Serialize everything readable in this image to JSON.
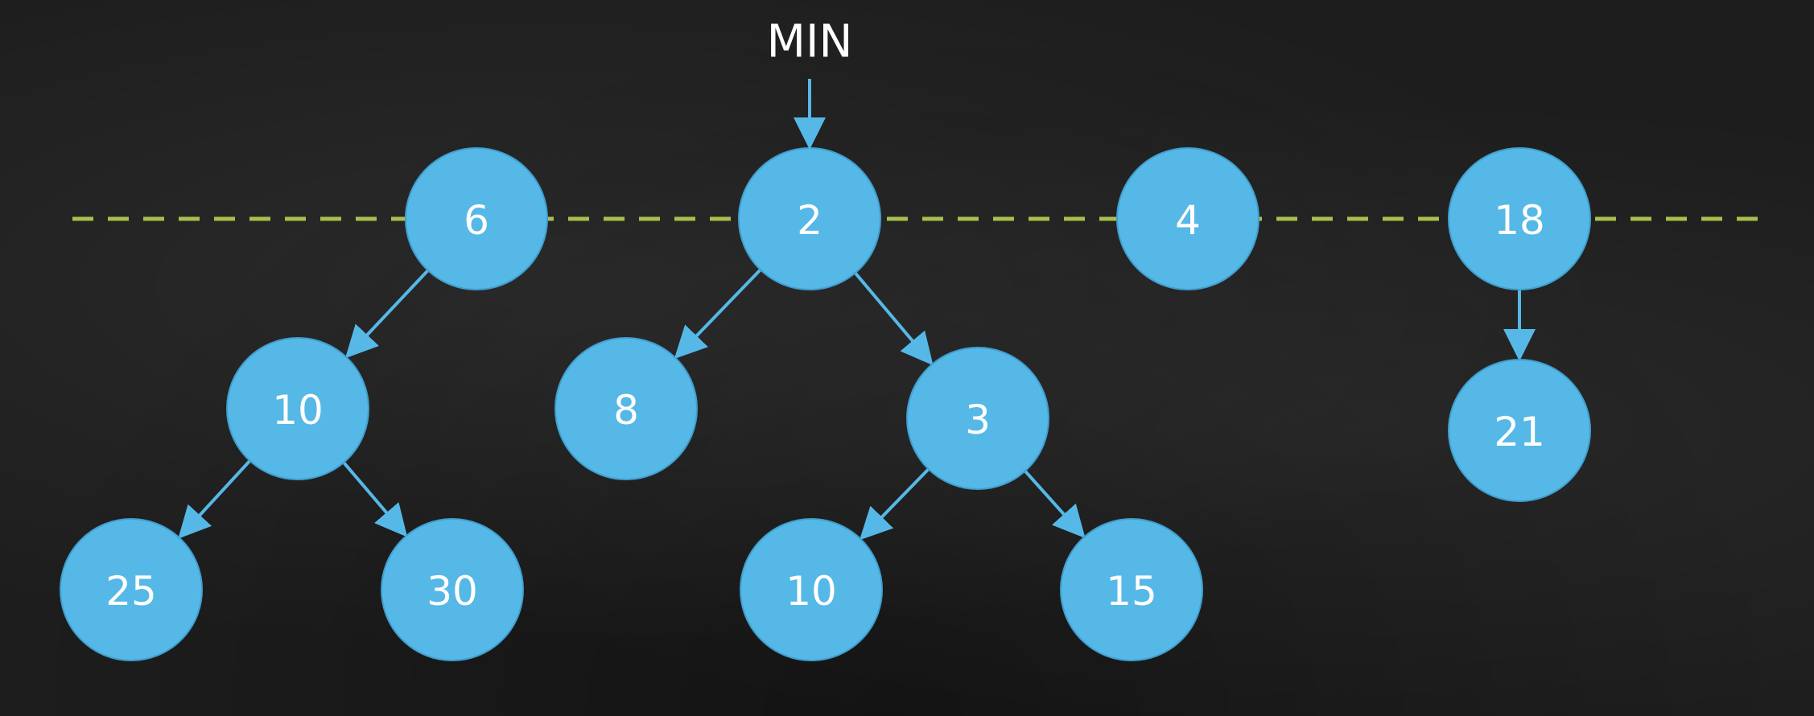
{
  "pointer": {
    "label": "MIN",
    "target": "root-2"
  },
  "colors": {
    "node_fill": "#56b8e6",
    "edge": "#56b8e6",
    "root_line": "#a6c04a",
    "background": "#1d1d1d",
    "text": "#ffffff"
  },
  "trees": [
    {
      "id": "tree-1",
      "root": {
        "id": "root-6",
        "label": "6",
        "children": [
          {
            "id": "n-10a",
            "label": "10",
            "children": [
              {
                "id": "n-25",
                "label": "25",
                "children": []
              },
              {
                "id": "n-30",
                "label": "30",
                "children": []
              }
            ]
          }
        ]
      }
    },
    {
      "id": "tree-2",
      "root": {
        "id": "root-2",
        "label": "2",
        "children": [
          {
            "id": "n-8",
            "label": "8",
            "children": []
          },
          {
            "id": "n-3",
            "label": "3",
            "children": [
              {
                "id": "n-10b",
                "label": "10",
                "children": []
              },
              {
                "id": "n-15",
                "label": "15",
                "children": []
              }
            ]
          }
        ]
      }
    },
    {
      "id": "tree-3",
      "root": {
        "id": "root-4",
        "label": "4",
        "children": []
      }
    },
    {
      "id": "tree-4",
      "root": {
        "id": "root-18",
        "label": "18",
        "children": [
          {
            "id": "n-21",
            "label": "21",
            "children": []
          }
        ]
      }
    }
  ]
}
